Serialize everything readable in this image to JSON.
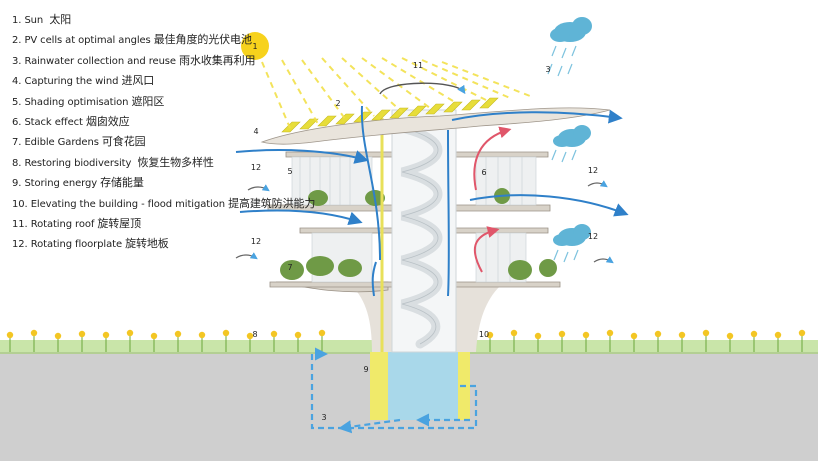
{
  "legend": [
    {
      "num": "1.",
      "en": "Sun",
      "zh": "太阳"
    },
    {
      "num": "2.",
      "en": "PV cells at optimal angles",
      "zh": "最佳角度的光伏电池"
    },
    {
      "num": "3.",
      "en": "Rainwater collection and reuse",
      "zh": "雨水收集再利用"
    },
    {
      "num": "4.",
      "en": "Capturing the wind",
      "zh": "进风口"
    },
    {
      "num": "5.",
      "en": "Shading optimisation",
      "zh": "遮阳区"
    },
    {
      "num": "6.",
      "en": "Stack effect",
      "zh": "烟囱效应"
    },
    {
      "num": "7.",
      "en": "Edible Gardens",
      "zh": "可食花园"
    },
    {
      "num": "8.",
      "en": "Restoring biodiversity",
      "zh": "恢复生物多样性"
    },
    {
      "num": "9.",
      "en": "Storing energy",
      "zh": "存储能量"
    },
    {
      "num": "10.",
      "en": "Elevating the building - flood mitigation",
      "zh": "提高建筑防洪能力"
    },
    {
      "num": "11.",
      "en": "Rotating roof",
      "zh": "旋转屋顶"
    },
    {
      "num": "12.",
      "en": "Rotating floorplate",
      "zh": "旋转地板"
    }
  ],
  "callouts": {
    "sun": "1",
    "pv": "2",
    "rain_top": "3",
    "rain_bottom": "3",
    "wind": "4",
    "shading": "5",
    "stack": "6",
    "garden": "7",
    "biodiversity": "8",
    "storage": "9",
    "flood": "10",
    "roof": "11",
    "floor_left_top": "12",
    "floor_left_bottom": "12",
    "floor_right_top": "12",
    "floor_right_bottom": "12"
  },
  "colors": {
    "sun": "#f7d21c",
    "sun_rays": "#f2e04a",
    "wind_blue": "#2f80c9",
    "warm_air": "#e0566a",
    "rain_cloud": "#5fb4d6",
    "water_tank": "#a9d8ea",
    "storage_yellow": "#f0ea6a",
    "ground": "#cfcfcf",
    "grass": "#7bbd3a",
    "flowers": "#f3c623"
  }
}
